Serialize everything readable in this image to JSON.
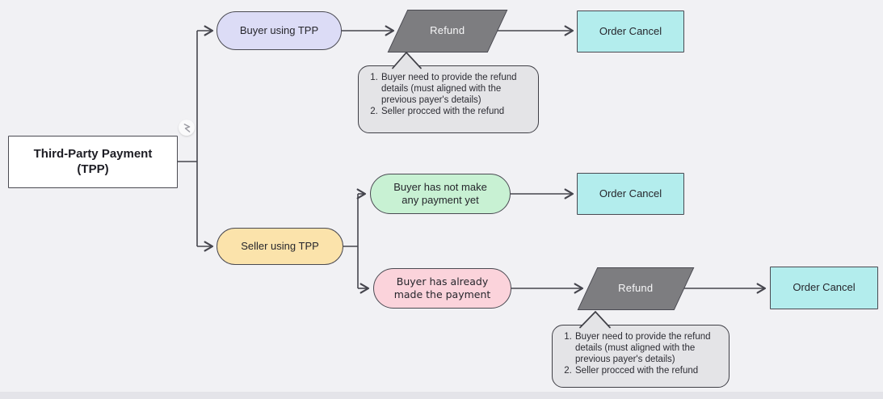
{
  "colors": {
    "canvas_background": "#f1f1f4",
    "shape_border": "#4a4a52",
    "connector": "#45454d",
    "root_fill": "#ffffff",
    "buyer_tpp_fill": "#dcdcf6",
    "seller_tpp_fill": "#fbe3ab",
    "no_payment_fill": "#c8f1d3",
    "paid_fill": "#fbd3db",
    "refund_fill": "#7d7d80",
    "order_cancel_fill": "#b3eded",
    "note_fill": "#e4e4e7"
  },
  "diagram": {
    "root": {
      "label": "Third-Party Payment (TPP)"
    },
    "branches": {
      "buyer": {
        "label": "Buyer using TPP"
      },
      "seller": {
        "label": "Seller using TPP"
      }
    },
    "outcomes": {
      "refund_top": {
        "label": "Refund"
      },
      "order_cancel_top": {
        "label": "Order Cancel"
      },
      "no_payment": {
        "label": "Buyer has not make any payment yet"
      },
      "order_cancel_mid": {
        "label": "Order Cancel"
      },
      "paid": {
        "label": "Buyer has already made the payment"
      },
      "refund_bottom": {
        "label": "Refund"
      },
      "order_cancel_bottom": {
        "label": "Order Cancel"
      }
    },
    "notes": {
      "refund_note_top": {
        "items": [
          "Buyer need to provide the refund details (must aligned with the previous payer's details)",
          "Seller procced with the refund"
        ]
      },
      "refund_note_bottom": {
        "items": [
          "Buyer need to provide the refund details (must aligned with the previous payer's details)",
          "Seller procced with the refund"
        ]
      }
    }
  }
}
